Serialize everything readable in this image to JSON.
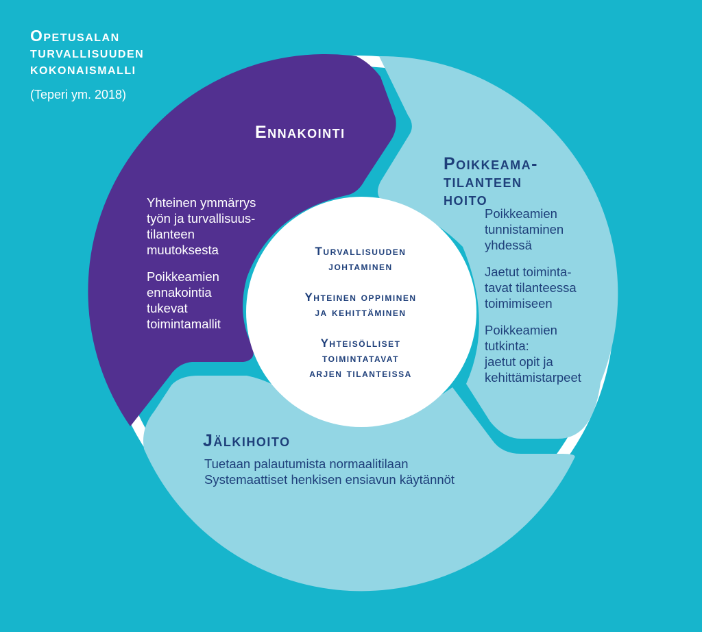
{
  "title": {
    "lines": [
      "Opetusalan",
      "turvallisuuden",
      "kokonaismalli"
    ],
    "citation": "(Teperi ym. 2018)"
  },
  "colors": {
    "background": "#17b5cc",
    "ring": "#ffffff",
    "ennakointi": "#523090",
    "light_segment": "#93d6e4",
    "dark_text": "#1e3f7a"
  },
  "segments": {
    "ennakointi": {
      "title": "Ennakointi",
      "items": [
        [
          "Yhteinen ymmärrys",
          "työn ja turvallisuus-",
          "tilanteen",
          "muutoksesta"
        ],
        [
          "Poikkeamien",
          "ennakointia",
          "tukevat",
          "toimintamallit"
        ]
      ]
    },
    "poikkeamatilanteen_hoito": {
      "title_lines": [
        "Poikkeama-",
        "tilanteen",
        "hoito"
      ],
      "items": [
        [
          "Poikkeamien",
          "tunnistaminen",
          "yhdessä"
        ],
        [
          "Jaetut toiminta-",
          "tavat tilanteessa",
          "toimimiseen"
        ],
        [
          "Poikkeamien",
          "tutkinta:",
          "jaetut opit ja",
          "kehittämistarpeet"
        ]
      ]
    },
    "jalkihoito": {
      "title": "Jälkihoito",
      "items": [
        "Tuetaan palautumista normaalitilaan",
        "Systemaattiset henkisen ensiavun käytännöt"
      ]
    }
  },
  "center": {
    "items": [
      [
        "Turvallisuuden",
        "johtaminen"
      ],
      [
        "Yhteinen oppiminen",
        "ja kehittäminen"
      ],
      [
        "Yhteisölliset",
        "toimintatavat",
        "arjen tilanteissa"
      ]
    ]
  }
}
